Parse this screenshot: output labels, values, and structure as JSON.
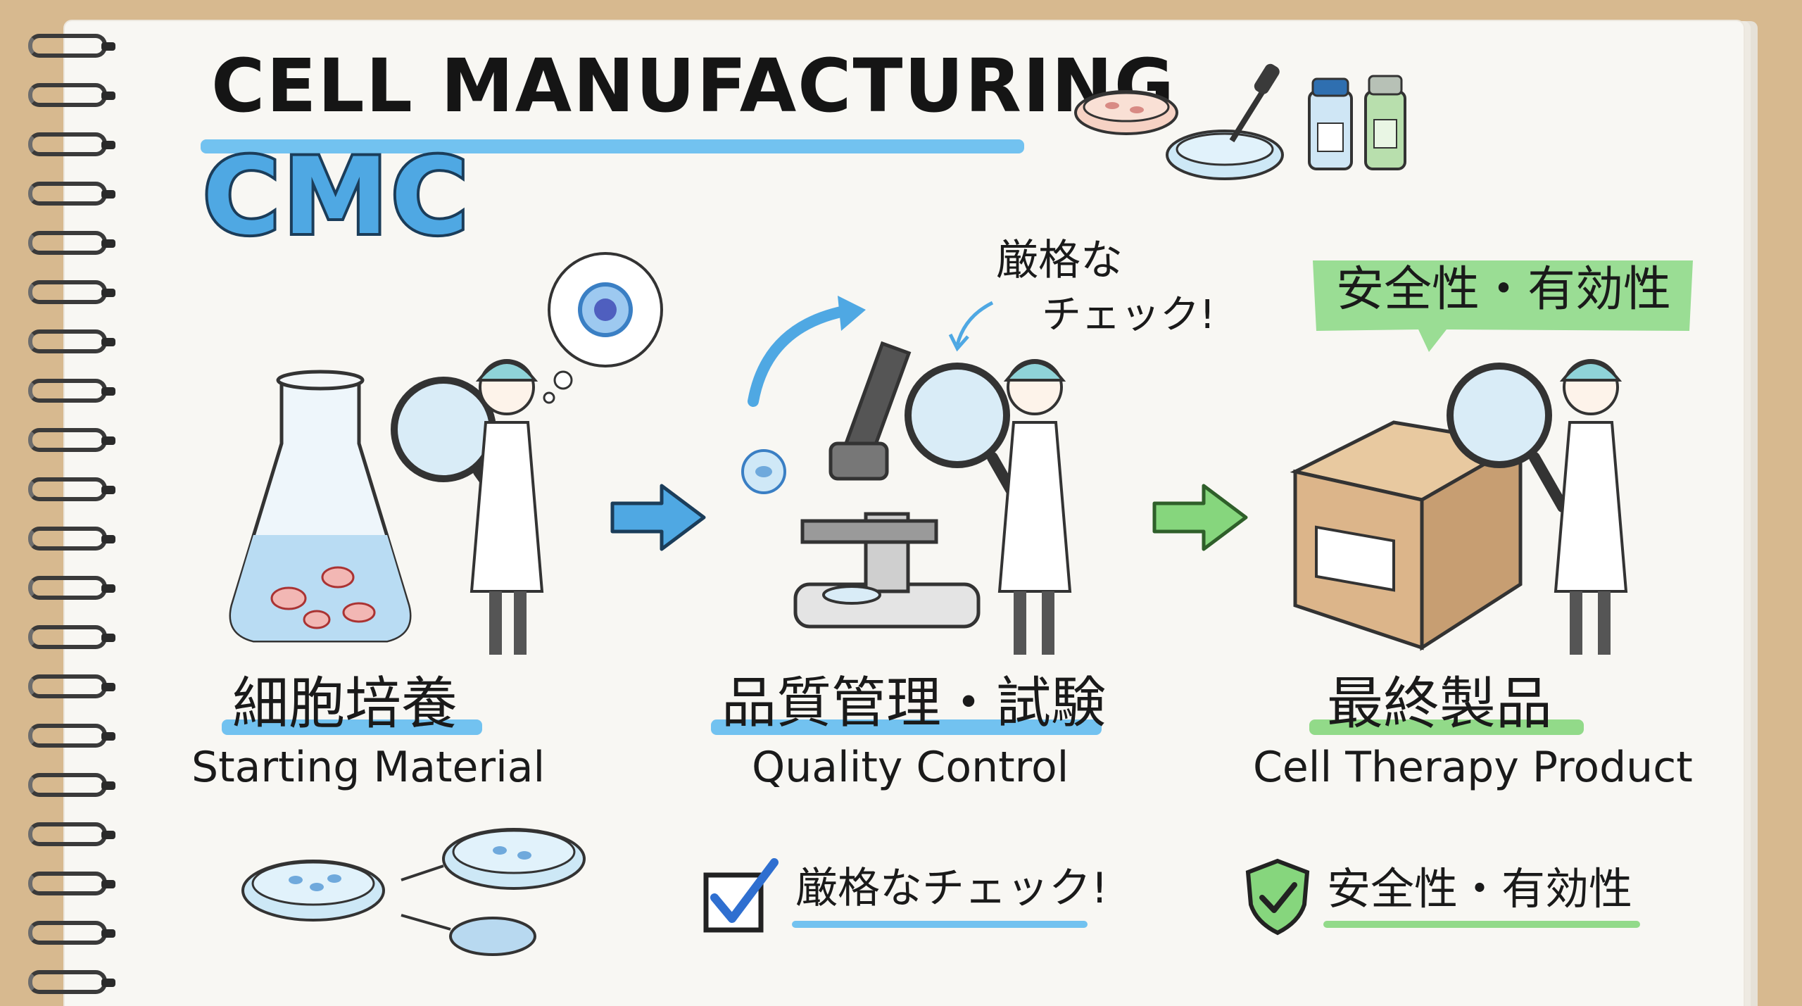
{
  "header": {
    "title": "CELL MANUFACTURING",
    "subtitle": "CMC"
  },
  "steps": [
    {
      "jp": "細胞培養",
      "en": "Starting Material"
    },
    {
      "jp": "品質管理・試験",
      "en": "Quality Control"
    },
    {
      "jp": "最終製品",
      "en": "Cell Therapy Product"
    }
  ],
  "callouts": {
    "strict_check_line1": "厳格な",
    "strict_check_line2": "チェック!",
    "safety_bubble": "安全性・有効性"
  },
  "footer": {
    "check_label": "厳格なチェック!",
    "safety_label": "安全性・有効性"
  },
  "colors": {
    "accent_blue": "#4fa8e3",
    "accent_green": "#86d67d",
    "paper": "#f8f7f3",
    "desk": "#d7b98f"
  },
  "icons": [
    "flask-icon",
    "magnifier-icon",
    "microscope-icon",
    "box-icon",
    "petri-dish-icon",
    "dropper-icon",
    "vial-icon",
    "checkbox-icon",
    "shield-check-icon",
    "arrow-right-icon"
  ]
}
